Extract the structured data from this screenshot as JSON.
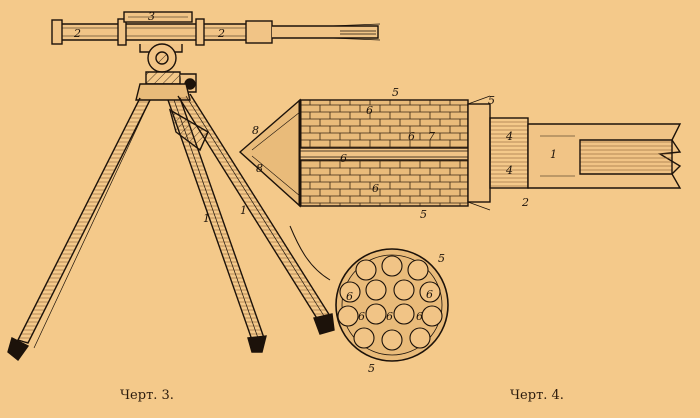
{
  "figures": [
    {
      "id": "fig3",
      "caption": "Черт. 3.",
      "labels": {
        "tube_left": "2",
        "tube_mid": "3",
        "tube_right": "2",
        "leg": "1",
        "leg2": "1"
      }
    },
    {
      "id": "fig4",
      "caption": "Черт. 4.",
      "labels": {
        "top": "5",
        "cap": "5",
        "bottom": "5",
        "tip_a": "8",
        "tip_b": "8",
        "charge_a": "6",
        "charge_b": "6",
        "charge_c": "6",
        "charge_d": "6",
        "fuse": "7",
        "stick": "1",
        "plug_a": "4",
        "plug_b": "4",
        "base": "2",
        "section_top": "5",
        "section_bottom": "5",
        "section_cells": [
          "6",
          "6",
          "6",
          "6",
          "6"
        ]
      }
    }
  ],
  "colors": {
    "paper": "#f4c98a",
    "ink": "#1c120a"
  }
}
